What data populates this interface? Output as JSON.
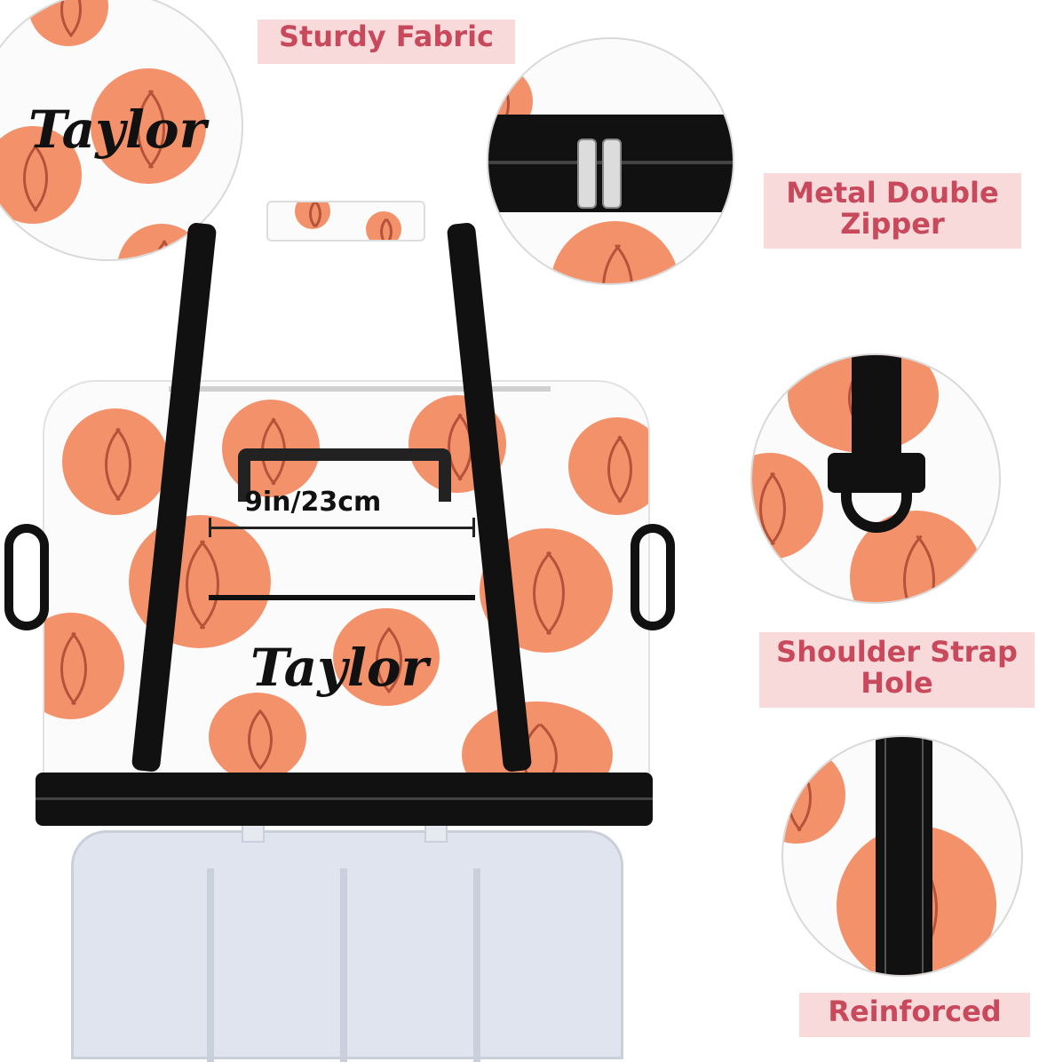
{
  "labels": {
    "sturdy_fabric": "Sturdy Fabric",
    "metal_double_zipper_line1": "Metal Double",
    "metal_double_zipper_line2": "Zipper",
    "shoulder_strap_line1": "Shoulder Strap",
    "shoulder_strap_line2": "Hole",
    "reinforced": "Reinforced"
  },
  "name_text": "Taylor",
  "dimension": "9in/23cm",
  "colors": {
    "ball": "#f3916b",
    "ball_lines": "#b4533a",
    "label_text": "#c8495c",
    "label_bg": "#f8dada",
    "strap": "#111111",
    "suitcase": "#dfe4ee"
  }
}
